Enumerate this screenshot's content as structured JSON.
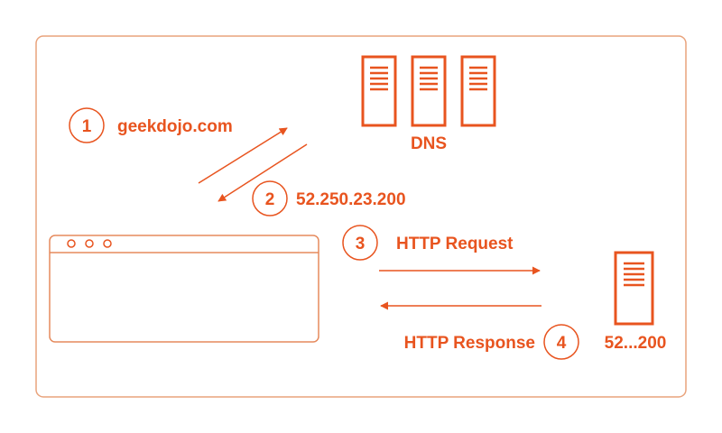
{
  "colors": {
    "accent": "#e8541f",
    "frame": "#e9a37c",
    "browser_outline": "#e58a5d",
    "background": "#ffffff"
  },
  "steps": [
    {
      "number": "1",
      "label": "geekdojo.com"
    },
    {
      "number": "2",
      "label": "52.250.23.200"
    },
    {
      "number": "3",
      "label": "HTTP Request"
    },
    {
      "number": "4",
      "label": "HTTP Response"
    }
  ],
  "dns": {
    "label": "DNS",
    "icon": "server-rack-icon",
    "server_count": 3
  },
  "web_server": {
    "label": "52...200",
    "icon": "server-icon"
  },
  "browser": {
    "icon": "browser-window-icon",
    "control_dots": 3
  }
}
